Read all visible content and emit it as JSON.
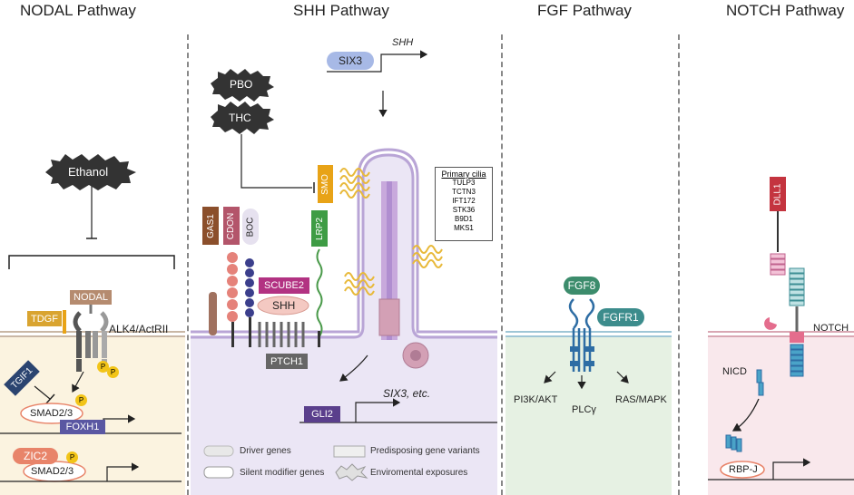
{
  "titles": {
    "nodal": "NODAL Pathway",
    "shh": "SHH Pathway",
    "fgf": "FGF Pathway",
    "notch": "NOTCH Pathway"
  },
  "nodal": {
    "ethanol": "Ethanol",
    "nodal": "NODAL",
    "tdgf": "TDGF",
    "receptor": "ALK4/ActRII",
    "tgif1": "TGIF1",
    "smad_1": "SMAD2/3",
    "foxh1": "FOXH1",
    "zic2": "ZIC2",
    "smad_2": "SMAD2/3",
    "p": "P"
  },
  "shh": {
    "six3": "SIX3",
    "shh_gene": "SHH",
    "pbo": "PBO",
    "thc": "THC",
    "smo": "SMO",
    "gas1": "GAS1",
    "cdon": "CDON",
    "boc": "BOC",
    "lrp2": "LRP2",
    "scube2": "SCUBE2",
    "shh_ligand": "SHH",
    "ptch1": "PTCH1",
    "gli2": "GLI2",
    "targets": "SIX3, etc.",
    "cilia_title": "Primary cilia",
    "cilia_genes": [
      "TULP3",
      "TCTN3",
      "IFT172",
      "STK36",
      "B9D1",
      "MKS1"
    ]
  },
  "legend": {
    "driver": "Driver genes",
    "modifier": "Silent modifier genes",
    "predisposing": "Predisposing gene variants",
    "environmental": "Enviromental exposures"
  },
  "fgf": {
    "fgf8": "FGF8",
    "fgfr1": "FGFR1",
    "pi3k": "PI3K/AKT",
    "plc": "PLCγ",
    "ras": "RAS/MAPK"
  },
  "notch": {
    "dll1": "DLL1",
    "notch": "NOTCH",
    "nicd": "NICD",
    "rbpj": "RBP-J"
  },
  "colors": {
    "nodal_bg": "#fbf3e0",
    "shh_bg": "#ebe6f5",
    "fgf_bg": "#e6f1e3",
    "notch_bg": "#f9e8ec",
    "membrane": "#c9b7a5"
  }
}
